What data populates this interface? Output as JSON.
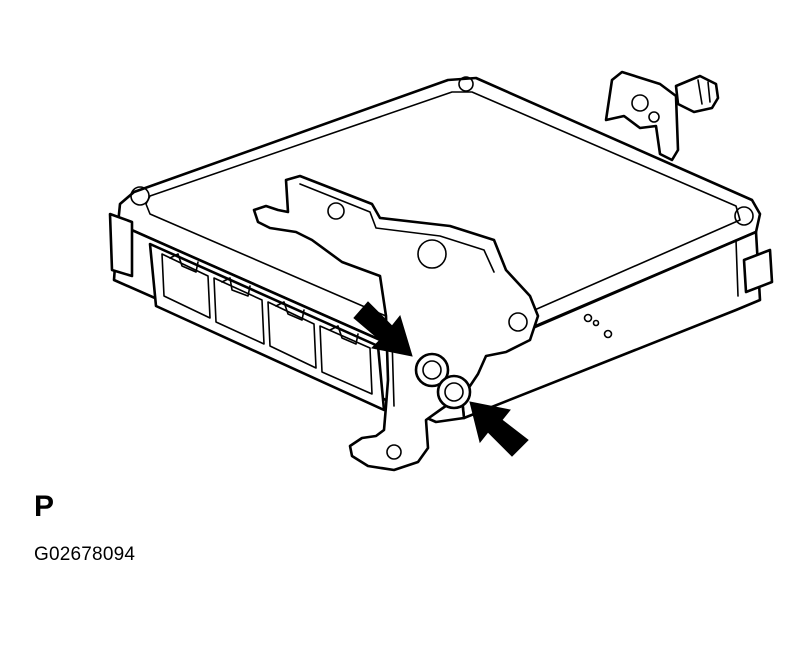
{
  "figure": {
    "view_label": "P",
    "figure_code": "G02678094"
  },
  "colors": {
    "line": "#000000",
    "background": "#ffffff"
  },
  "callouts": {
    "arrow_count": 2,
    "bolt_count": 2
  }
}
